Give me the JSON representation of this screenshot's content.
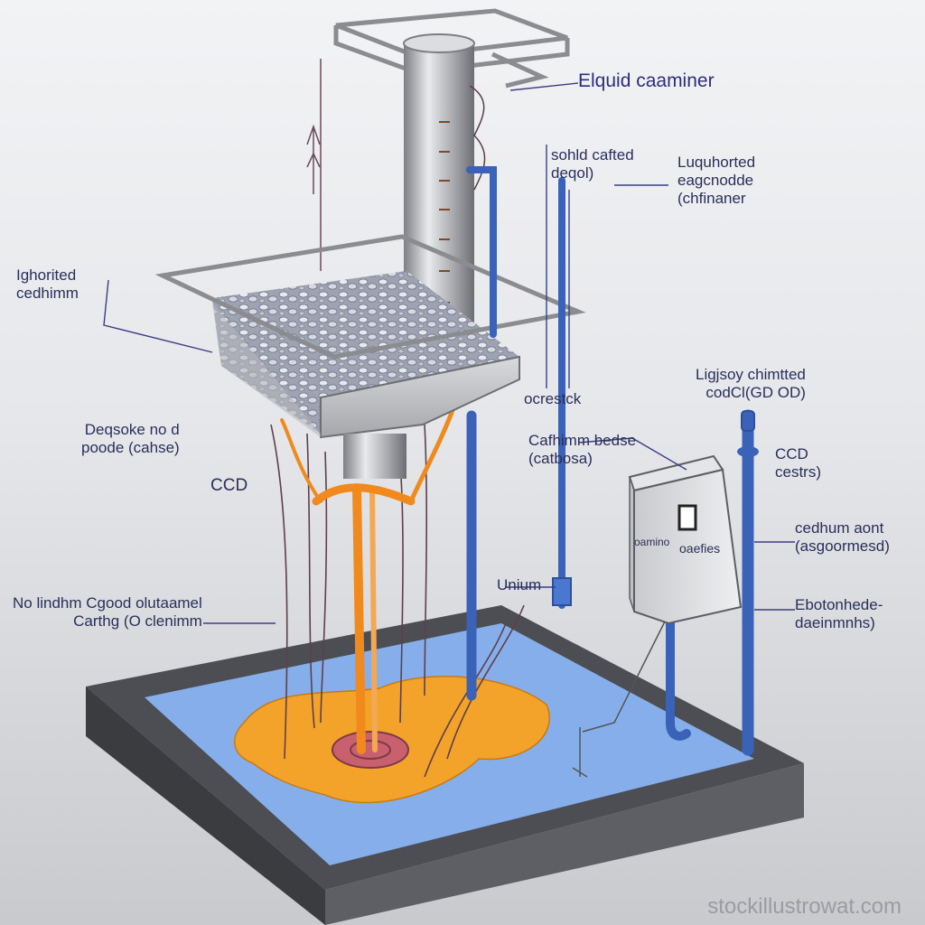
{
  "labels": {
    "liquid_container": "Elquid caaminer",
    "solid_catted": [
      "sohld cafted",
      "deqol)"
    ],
    "liquid_right": [
      "Luquhorted",
      "eagcnodde",
      "(chfinaner"
    ],
    "ighorited": [
      "Ighorited",
      "cedhimm"
    ],
    "deqsoke": [
      "Deqsoke no d",
      "poode (cahse)"
    ],
    "ccd_left": "CCD",
    "noiutum": [
      "No lindhm Cgood olutaamel",
      "Carthg (O clenimm"
    ],
    "ocrostk": "ocrestck",
    "carthm": [
      "Cafhimm bedse",
      "(catbosa)"
    ],
    "unium": "Unium",
    "ligjsoy": [
      "Ligjsoy chimtted",
      "codCl(GD OD)"
    ],
    "ccd_right": [
      "CCD",
      "cestrs)"
    ],
    "cedhum": [
      "cedhum aont",
      "(asgoormesd)"
    ],
    "ebotonhede": [
      "Ebotonhede-",
      "daeinmnhs)"
    ],
    "box_label": "oaefies",
    "box_side": "oamino"
  },
  "watermark": "stockillustrowat.com",
  "colors": {
    "ink": "#2a2f5a",
    "blue_pipe": "#3a62b8",
    "orange_flow": "#f08a1c",
    "pool_blue": "#86aeea",
    "pool_orange": "#f3a32a",
    "steel": "#b9bbbe",
    "base": "#4b4d52"
  }
}
